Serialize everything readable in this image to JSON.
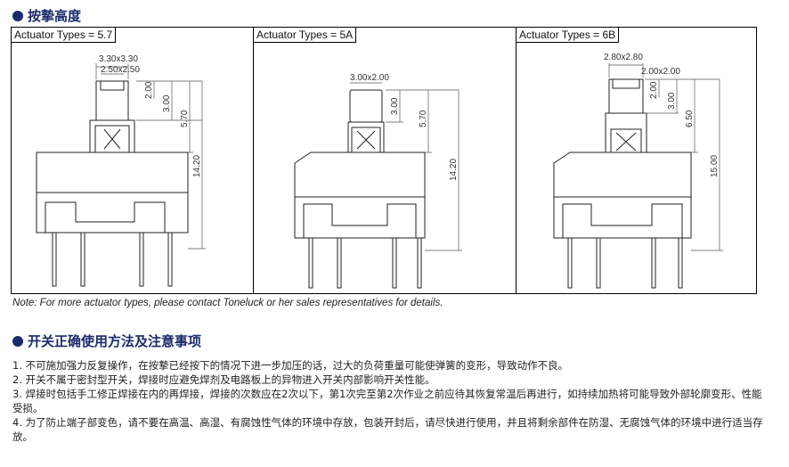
{
  "section1": {
    "title": "按摯高度"
  },
  "panels": [
    {
      "label": "Actuator Types = 5.7",
      "dims": {
        "top": "3.30x3.30",
        "inner": "2.50x2.50",
        "d1": "2.00",
        "d2": "3.00",
        "d3": "5.70",
        "d4": "14.20"
      }
    },
    {
      "label": "Actuator Types = 5A",
      "dims": {
        "top": "3.00x2.00",
        "d1": "3.00",
        "d2": "5.70",
        "d3": "14.20"
      }
    },
    {
      "label": "Actuator Types = 6B",
      "dims": {
        "top": "2.80x2.80",
        "inner": "2.00x2.00",
        "d1": "2.00",
        "d2": "3.00",
        "d3": "6.50",
        "d4": "15.00"
      }
    }
  ],
  "note": "Note: For more actuator types, please contact Toneluck or her sales representatives for details.",
  "section2": {
    "title": "开关正确使用方法及注意事项"
  },
  "notes": [
    "1. 不可施加强力反复操作，在按摯已经按下的情况下进一步加压的话，过大的负荷重量可能使弹簧的变形，导致动作不良。",
    "2. 开关不属于密封型开关，焊接时应避免焊剂及电路板上的异物进入开关内部影响开关性能。",
    "3. 焊接时包括手工修正焊接在内的再焊接，焊接的次数应在2次以下，第1次完至第2次作业之前应待其恢复常温后再进行，如持续加热将可能导致外部轮廓变形、性能受损。",
    "4. 为了防止端子部变色，请不要在高温、高湿、有腐蚀性气体的环境中存放，包装开封后，请尽快进行使用，并且将剩余部件在防湿、无腐蚀气体的环境中进行适当存放。"
  ]
}
